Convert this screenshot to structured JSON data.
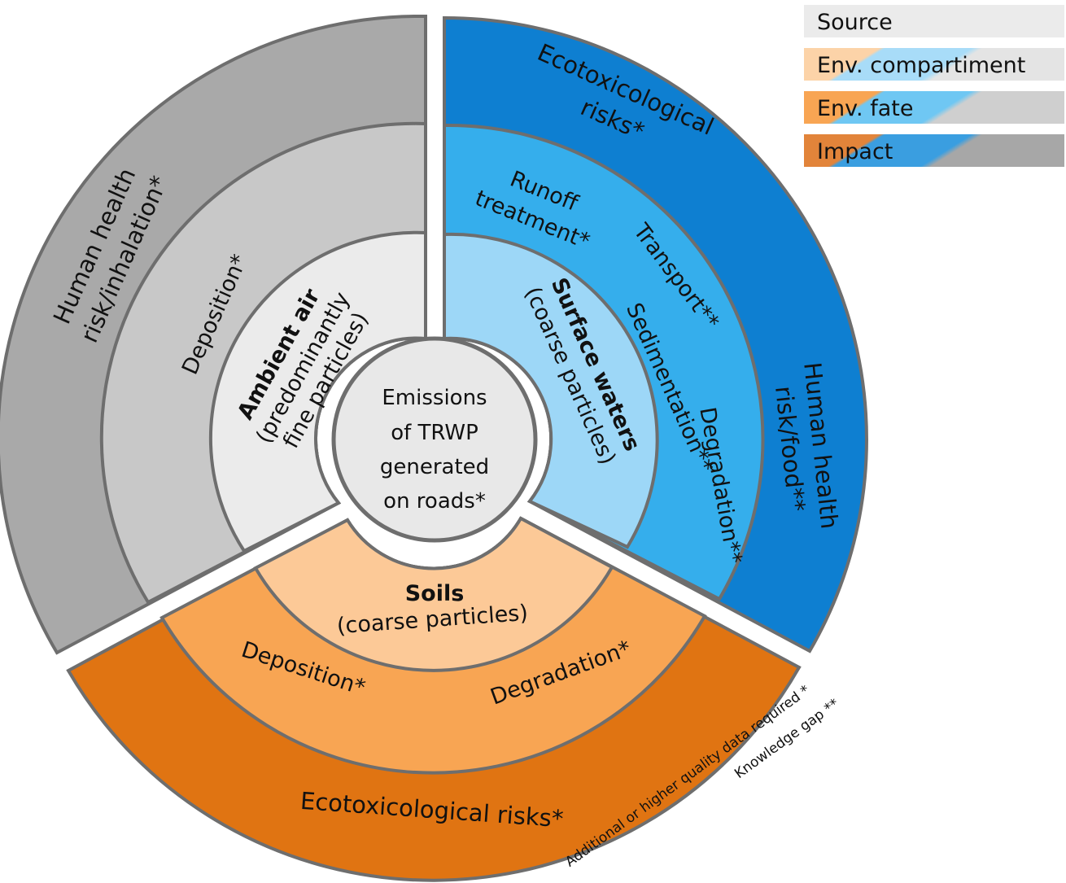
{
  "legend": [
    {
      "label": "Source"
    },
    {
      "label": "Env. compartiment"
    },
    {
      "label": "Env. fate"
    },
    {
      "label": "Impact"
    }
  ],
  "center": {
    "lines": [
      "Emissions",
      "of TRWP",
      "generated",
      "on roads*"
    ]
  },
  "sectors": {
    "air": {
      "compartment_title": "Ambient air",
      "compartment_sub": [
        "(predominantly",
        "fine particles)"
      ],
      "fate": [
        "Deposition*"
      ],
      "impact": [
        "Human health",
        "risk/inhalation*"
      ]
    },
    "water": {
      "compartment_title": "Surface waters",
      "compartment_sub": [
        "(coarse particles)"
      ],
      "fate": [
        "Runoff",
        "treatment*",
        "Transport**",
        "Sedimentation**",
        "Degradation**"
      ],
      "impact": [
        "Ecotoxicological",
        "risks*",
        "Human health",
        "risk/food**"
      ]
    },
    "soil": {
      "compartment_title": "Soils",
      "compartment_sub": [
        "(coarse particles)"
      ],
      "fate": [
        "Deposition*",
        "Degradation*"
      ],
      "impact": [
        "Ecotoxicological risks*"
      ]
    }
  },
  "footnotes": {
    "single": "Additional or higher quality data required  *",
    "double": "Knowledge gap **"
  },
  "colors": {
    "source": "#e8e8e8",
    "gray_compartment": "#ebebeb",
    "gray_fate": "#c8c8c8",
    "gray_impact": "#a9a9a9",
    "blue_compartment": "#9dd7f7",
    "blue_fate": "#35aeec",
    "blue_impact": "#0e7fd1",
    "orange_compartment": "#fcc997",
    "orange_fate": "#f8a553",
    "orange_impact": "#e07412",
    "stroke": "#6e6e6e"
  }
}
